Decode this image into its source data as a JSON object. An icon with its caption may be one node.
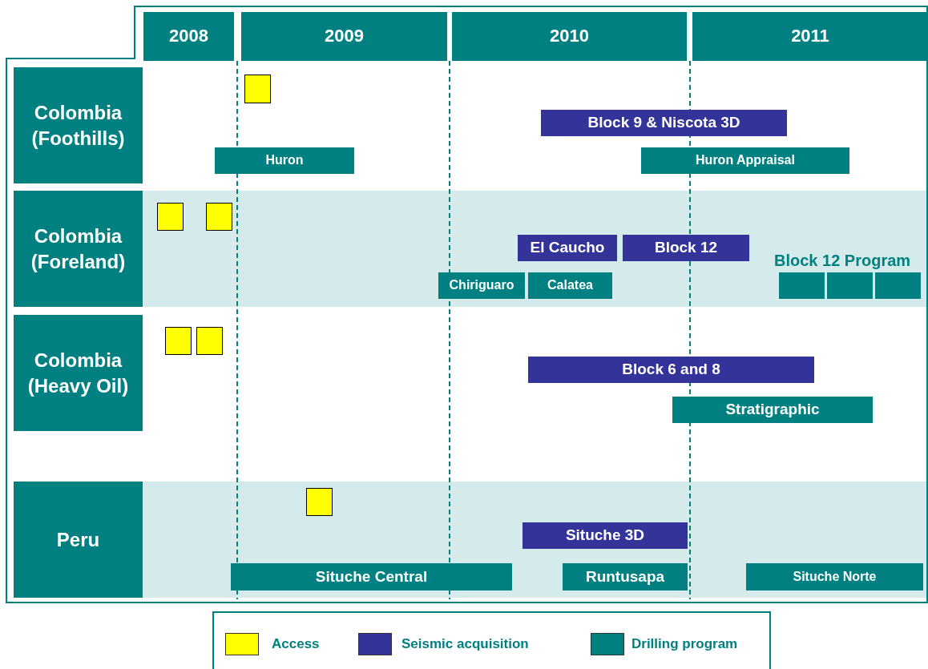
{
  "diagram": {
    "nodes": [
      {
        "text": [
          "2008"
        ]
      },
      {
        "text": [
          "2009"
        ]
      },
      {
        "text": [
          "2010"
        ]
      },
      {
        "text": [
          "2011"
        ]
      },
      {
        "text": [
          "Colombia (Foothills)"
        ]
      },
      {
        "text": [],
        "shape": "box"
      },
      {
        "text": [
          "Block 9 & Niscota 3D"
        ]
      },
      {
        "text": [
          "Huron"
        ]
      },
      {
        "text": [
          "Huron Appraisal"
        ]
      },
      {
        "text": [
          "Colombia (Foreland)"
        ]
      },
      {
        "text": [],
        "shape": "box"
      },
      {
        "text": [],
        "shape": "box"
      },
      {
        "text": [
          "El Caucho"
        ]
      },
      {
        "text": [
          "Block 12"
        ]
      },
      {
        "text": [
          "Chiriguaro"
        ]
      },
      {
        "text": [
          "Calatea"
        ]
      },
      {
        "text": [],
        "shape": "box"
      },
      {
        "text": [],
        "shape": "box"
      },
      {
        "text": [],
        "shape": "box"
      },
      {
        "text": [
          "Colombia (Heavy Oil)"
        ]
      },
      {
        "text": [],
        "shape": "box"
      },
      {
        "text": [],
        "shape": "box"
      },
      {
        "text": [
          "Block 6 and 8"
        ]
      },
      {
        "text": [
          "Stratigraphic"
        ]
      },
      {
        "text": [
          "Peru"
        ]
      },
      {
        "text": [],
        "shape": "box"
      },
      {
        "text": [
          "Situche 3D"
        ]
      },
      {
        "text": [
          "Situche Central"
        ]
      },
      {
        "text": [
          "Runtusapa"
        ]
      },
      {
        "text": [
          "Situche Norte"
        ]
      }
    ],
    "labels": [
      "Block 12 Program"
    ],
    "legend": [
      {
        "text": "Access",
        "color": "#ffff00"
      },
      {
        "text": "Seismic acquisition",
        "color": "#333399"
      },
      {
        "text": "Drilling program",
        "color": "#008080"
      }
    ]
  }
}
